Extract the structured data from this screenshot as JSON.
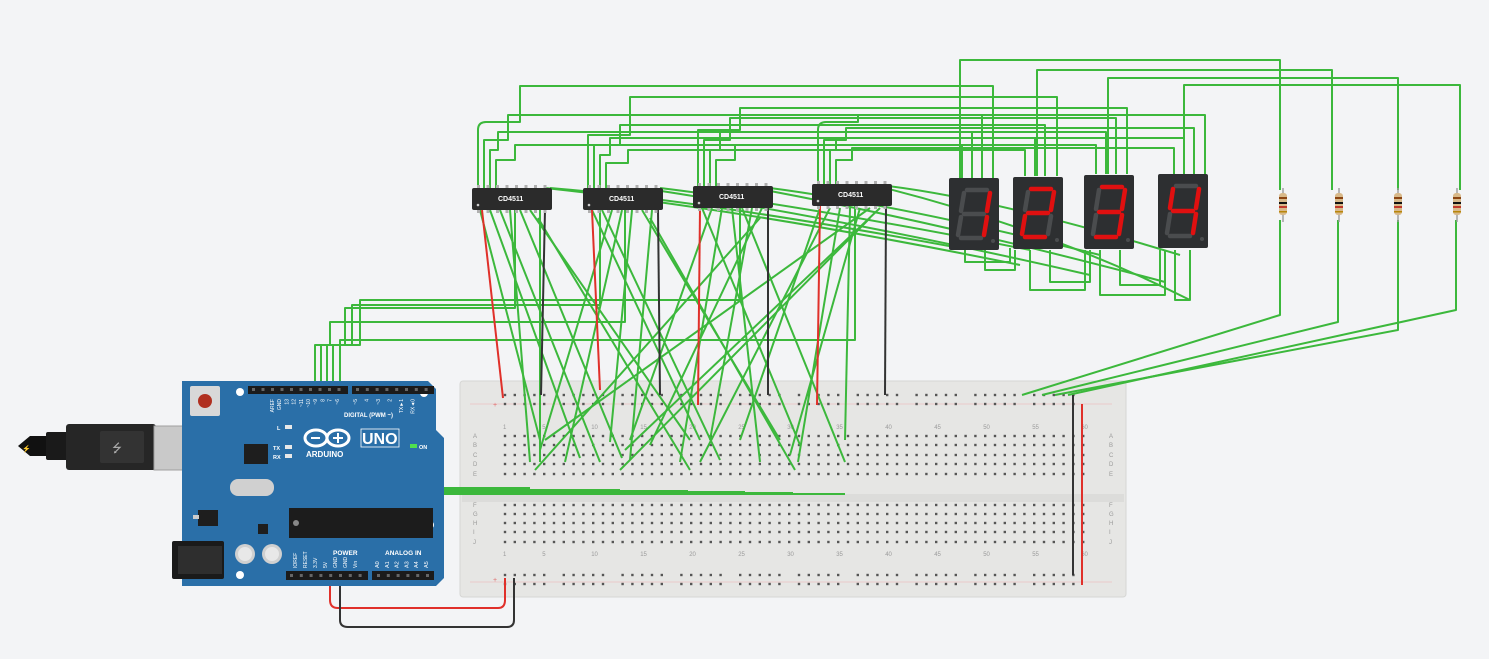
{
  "ic_chips": [
    {
      "label": "CD4511"
    },
    {
      "label": "CD4511"
    },
    {
      "label": "CD4511"
    },
    {
      "label": "CD4511"
    }
  ],
  "displays": [
    {
      "digit": "1"
    },
    {
      "digit": "2"
    },
    {
      "digit": "3"
    },
    {
      "digit": "4"
    }
  ],
  "arduino": {
    "brand": "ARDUINO",
    "model": "UNO",
    "on_label": "ON",
    "digital_label": "DIGITAL (PWM ~)",
    "power_label": "POWER",
    "analog_label": "ANALOG IN",
    "led_l": "L",
    "led_tx": "TX",
    "led_rx": "RX",
    "top_pins": [
      "AREF",
      "GND",
      "13",
      "12",
      "~11",
      "~10",
      "~9",
      "8",
      "7",
      "~6",
      "~5",
      "4",
      "~3",
      "2",
      "TX►1",
      "RX◄0"
    ],
    "power_pins": [
      "IOREF",
      "RESET",
      "3.3V",
      "5V",
      "GND",
      "GND",
      "Vin"
    ],
    "analog_pins": [
      "A0",
      "A1",
      "A2",
      "A3",
      "A4",
      "A5"
    ]
  },
  "breadboard": {
    "column_numbers": [
      "1",
      "5",
      "10",
      "15",
      "20",
      "25",
      "30",
      "35",
      "40",
      "45",
      "50",
      "55",
      "60"
    ],
    "row_letters_top": [
      "A",
      "B",
      "C",
      "D",
      "E"
    ],
    "row_letters_bottom": [
      "F",
      "G",
      "H",
      "I",
      "J"
    ]
  },
  "colors": {
    "wire_signal": "#3cb83c",
    "wire_power": "#e0302a",
    "wire_ground": "#333333",
    "arduino_board": "#2a6fa8",
    "display_segment": "#e01010",
    "breadboard": "#e8e8e6"
  }
}
